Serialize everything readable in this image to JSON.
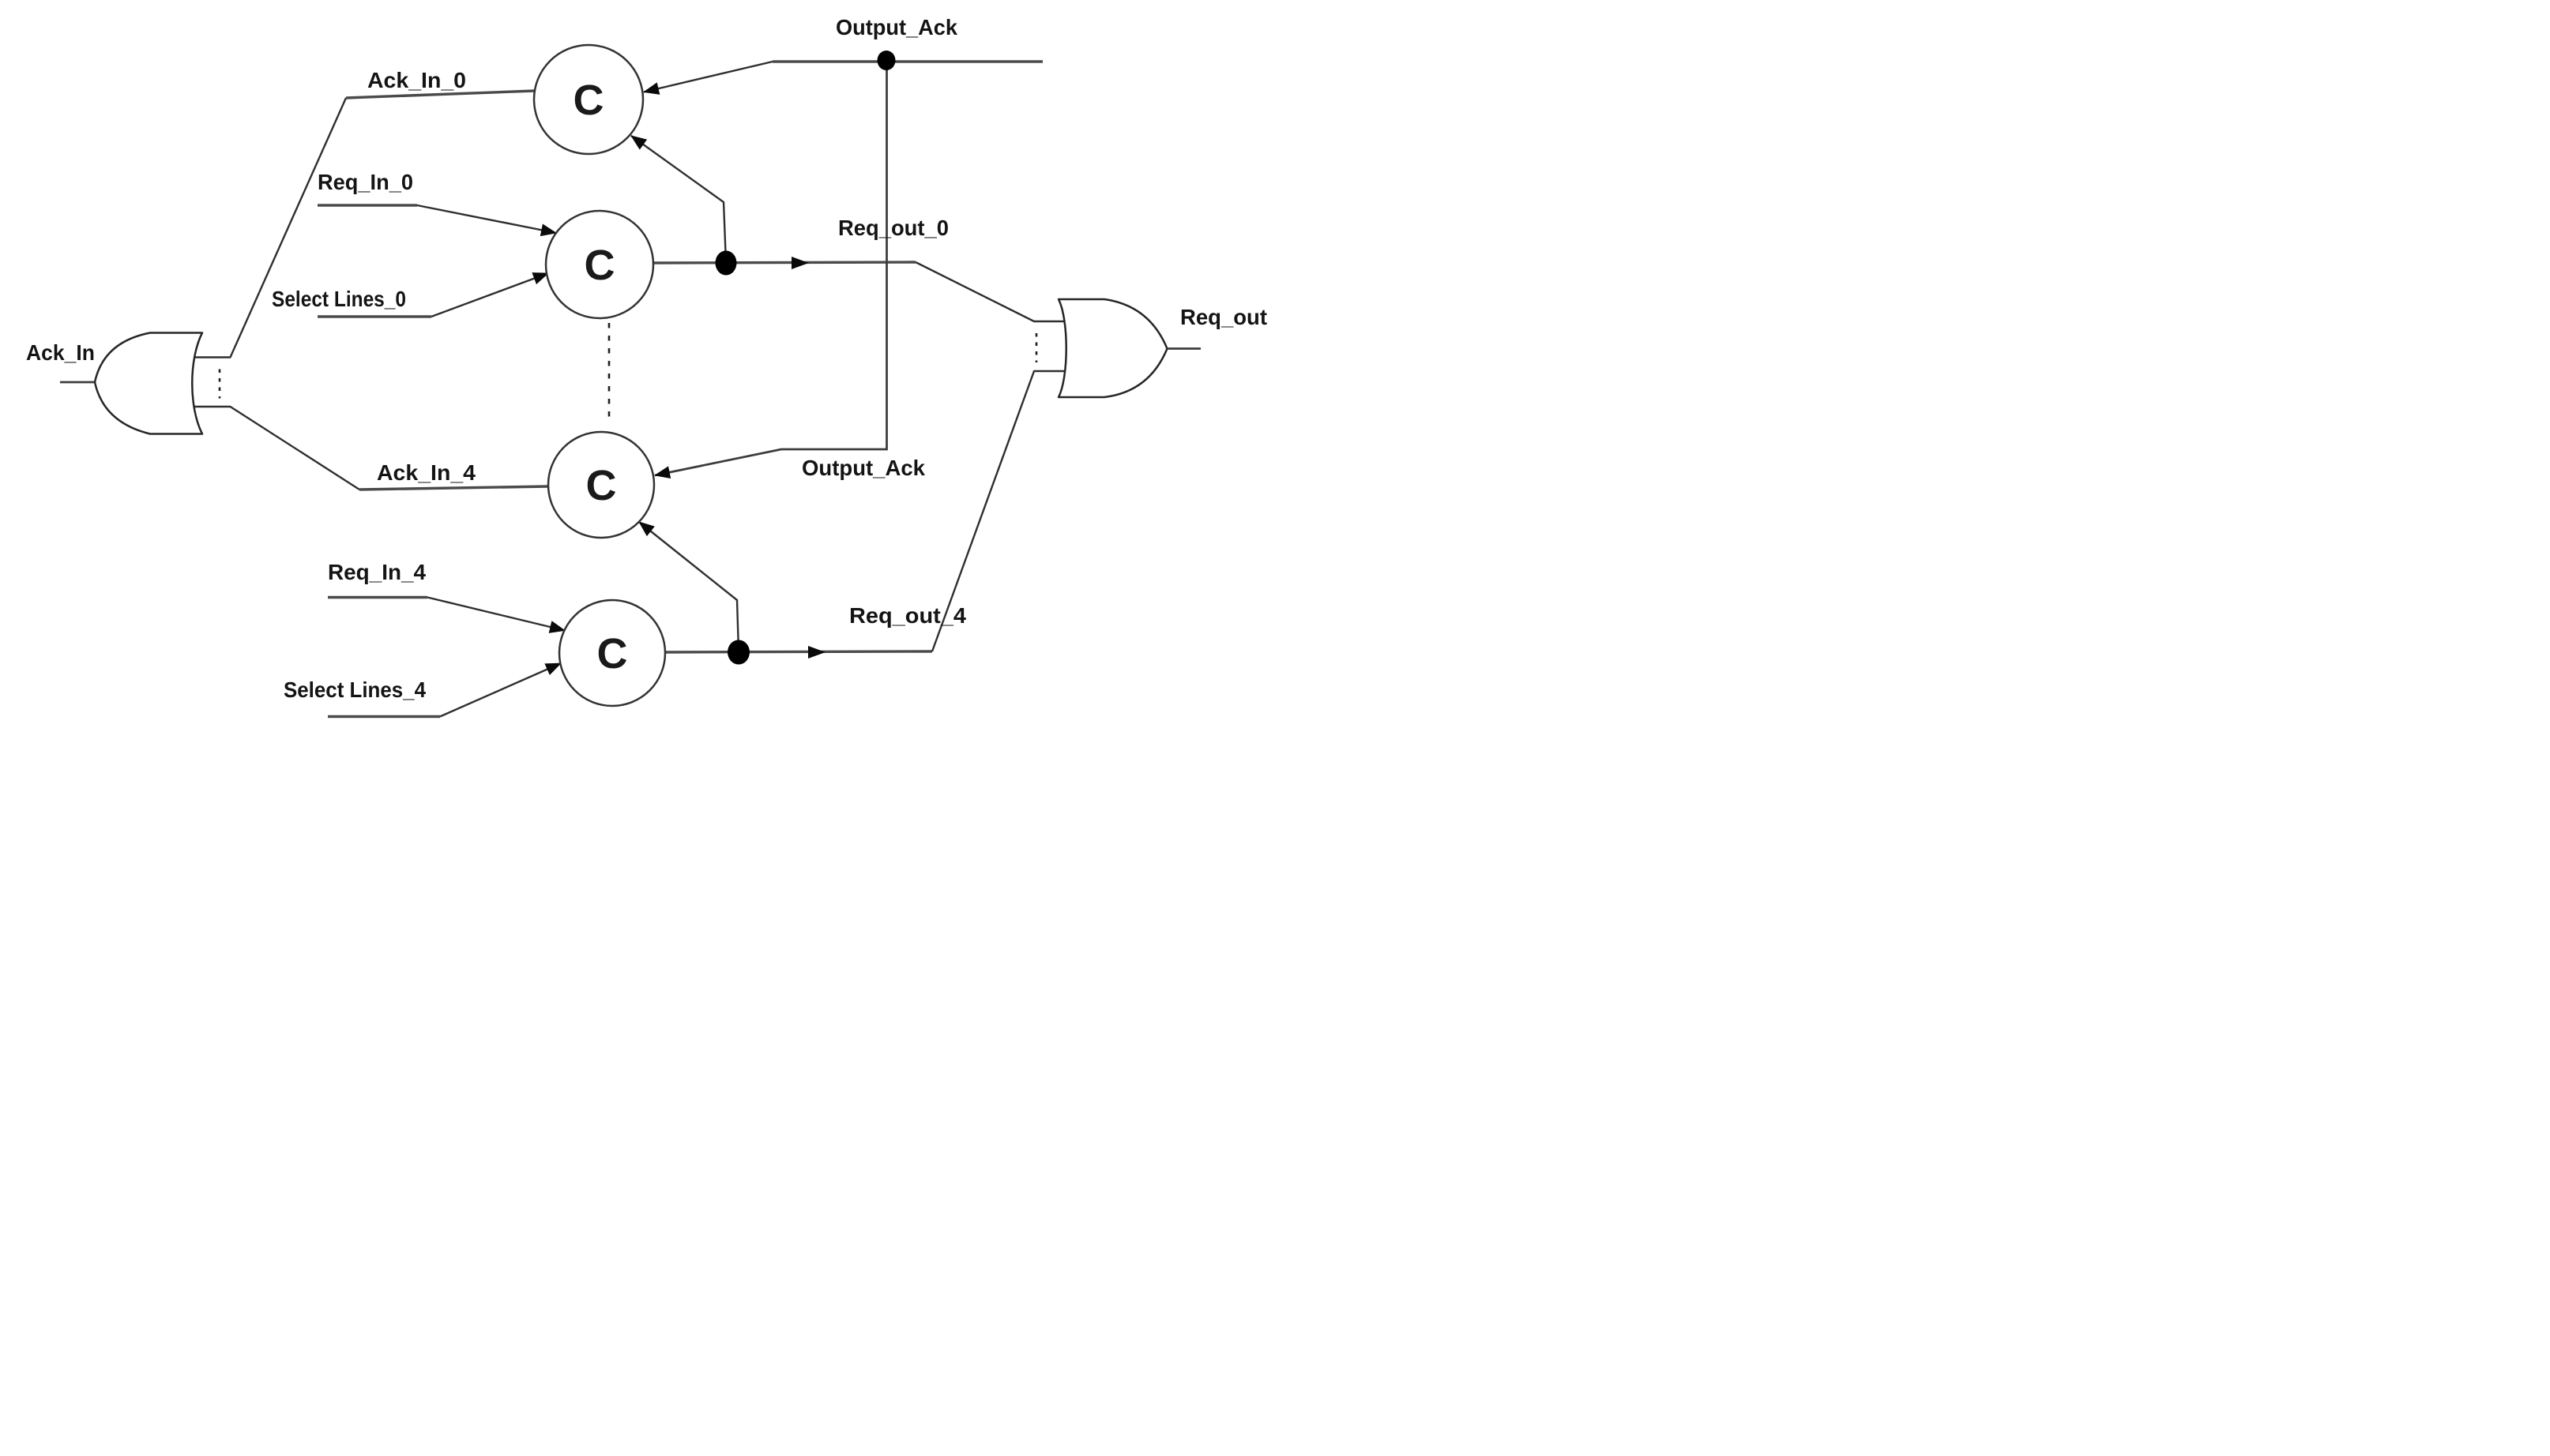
{
  "diagram": {
    "background": "#ffffff",
    "colors": {
      "wire": "#2f2f2f",
      "thick_wire": "#4a4a4a",
      "text": "#141414",
      "junction": "#000000"
    },
    "shapes": {
      "left_gate": "or-gate-facing-left",
      "right_gate": "or-gate-facing-right",
      "storage_element": "muller-c-element-circle",
      "junction": "solid-dot",
      "continuation": "vertical-dashed-ellipsis"
    },
    "labels": {
      "ack_in": "Ack_In",
      "ack_in_0": "Ack_In_0",
      "req_in_0": "Req_In_0",
      "select_lines_0": "Select Lines_0",
      "ack_in_4": "Ack_In_4",
      "req_in_4": "Req_In_4",
      "select_lines_4": "Select Lines_4",
      "output_ack_top": "Output_Ack",
      "output_ack_bottom": "Output_Ack",
      "req_out_0": "Req_out_0",
      "req_out_4": "Req_out_4",
      "req_out": "Req_out"
    },
    "c_elements": [
      {
        "label": "C"
      },
      {
        "label": "C"
      },
      {
        "label": "C"
      },
      {
        "label": "C"
      }
    ]
  }
}
